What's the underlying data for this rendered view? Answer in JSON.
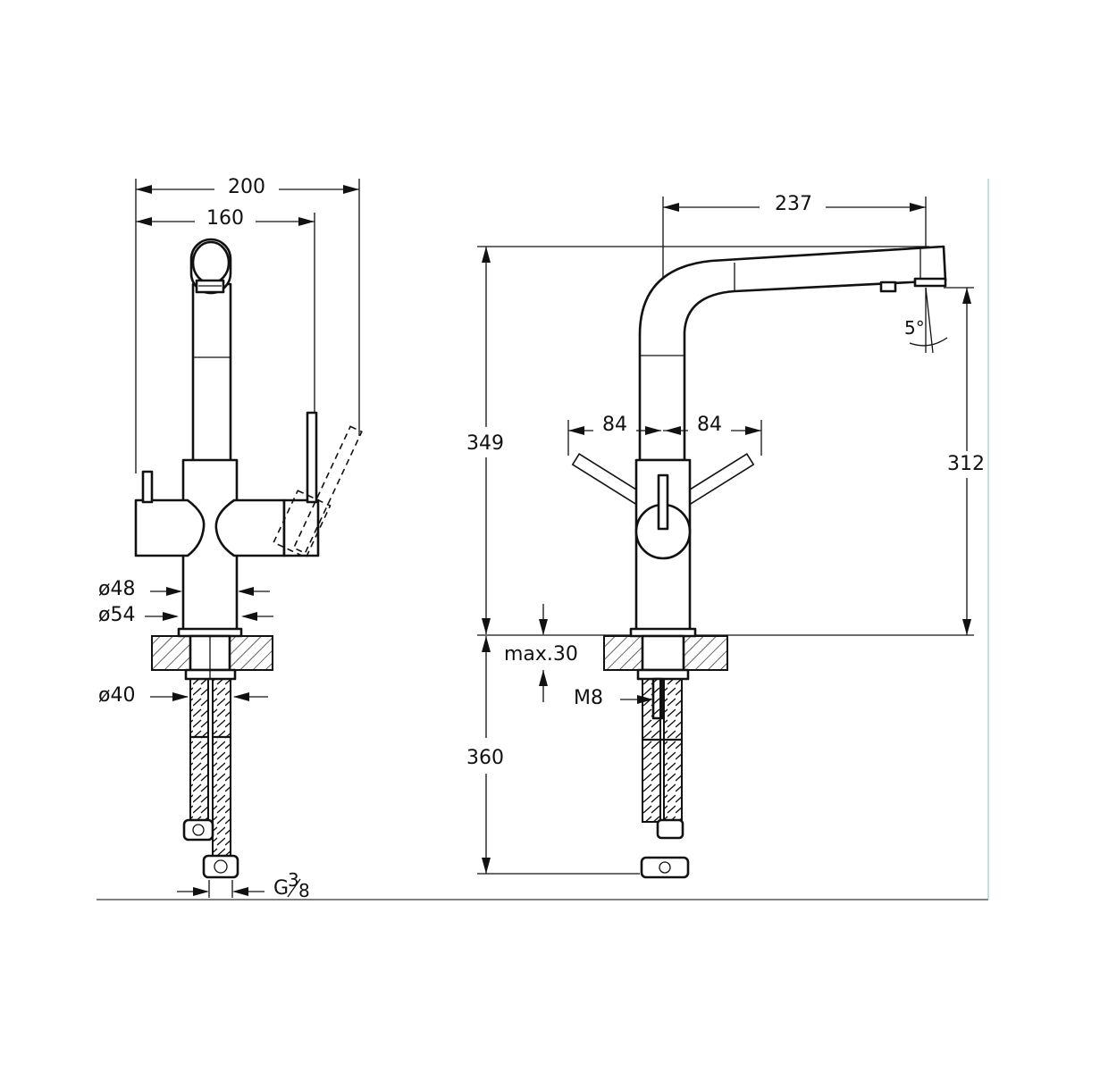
{
  "front_view": {
    "dim_overall_width": "200",
    "dim_lever_span": "160",
    "dim_body_dia_upper": "ø48",
    "dim_body_dia_lower": "ø54",
    "dim_shank_dia": "ø40",
    "dim_thread": "G",
    "dim_thread_num": "3",
    "dim_thread_den": "8"
  },
  "side_view": {
    "dim_spout_reach": "237",
    "dim_overall_height": "349",
    "dim_spout_height": "312",
    "dim_spout_angle": "5°",
    "dim_lever_left": "84",
    "dim_lever_right": "84",
    "dim_max_worktop": "max.30",
    "dim_stud": "M8",
    "dim_hose_length": "360"
  }
}
